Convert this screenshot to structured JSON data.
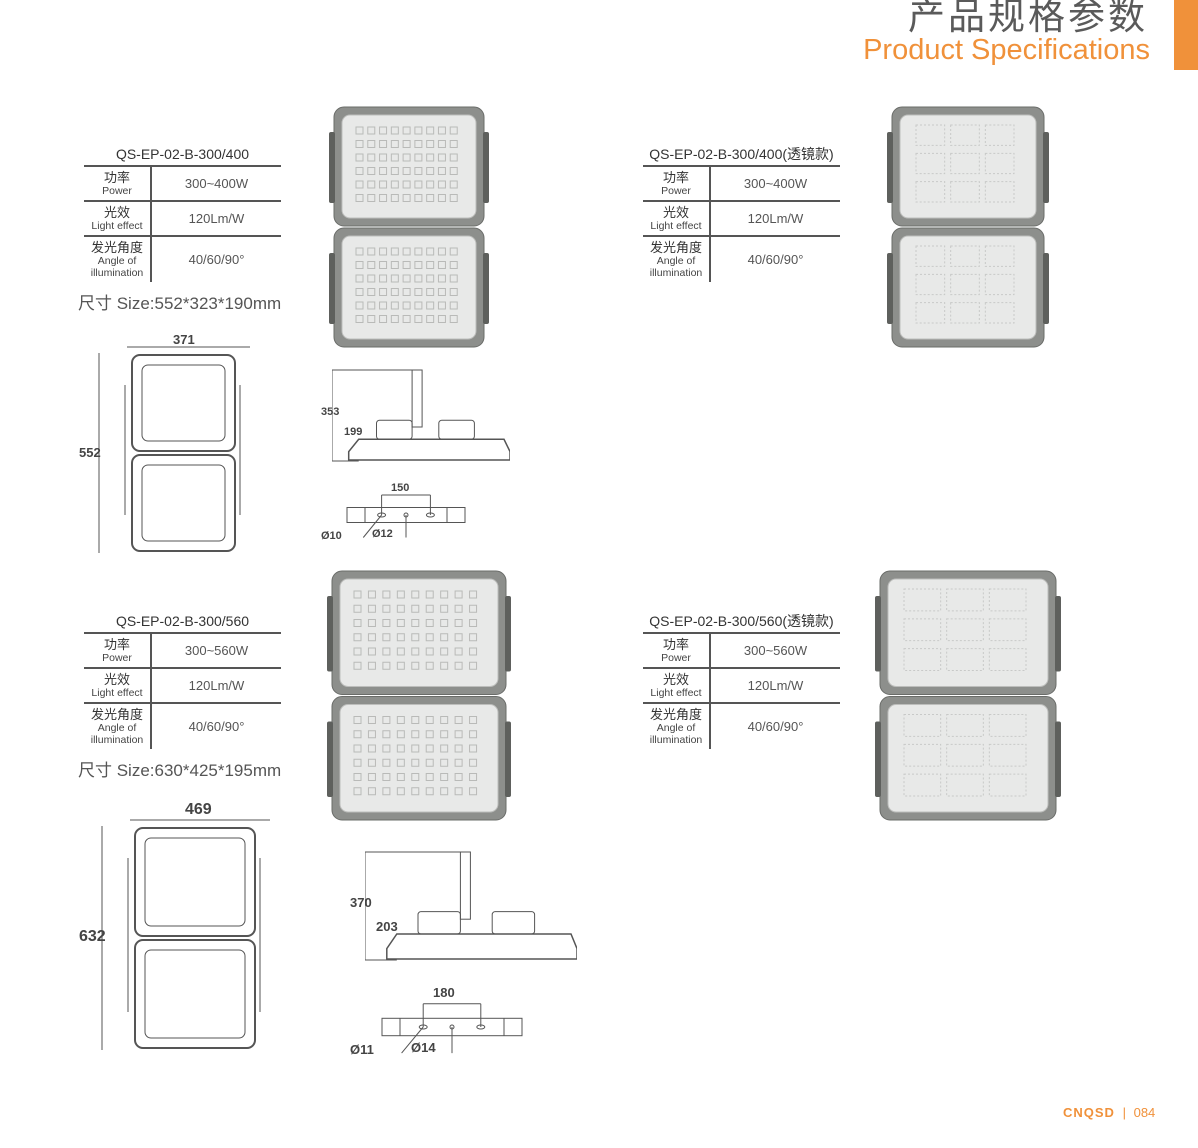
{
  "header": {
    "title_cn": "产品规格参数",
    "title_en": "Product Specifications"
  },
  "labels": {
    "power_cn": "功率",
    "power_en": "Power",
    "effect_cn": "光效",
    "effect_en": "Light effect",
    "angle_cn": "发光角度",
    "angle_en": "Angle of illumination"
  },
  "products": [
    {
      "model": "QS-EP-02-B-300/400",
      "power": "300~400W",
      "effect": "120Lm/W",
      "angle": "40/60/90°",
      "size": "尺寸 Size:552*323*190mm"
    },
    {
      "model": "QS-EP-02-B-300/400(透镜款)",
      "power": "300~400W",
      "effect": "120Lm/W",
      "angle": "40/60/90°"
    },
    {
      "model": "QS-EP-02-B-300/560",
      "power": "300~560W",
      "effect": "120Lm/W",
      "angle": "40/60/90°",
      "size": "尺寸 Size:630*425*195mm"
    },
    {
      "model": "QS-EP-02-B-300/560(透镜款)",
      "power": "300~560W",
      "effect": "120Lm/W",
      "angle": "40/60/90°"
    }
  ],
  "drawings": [
    {
      "width": "371",
      "height": "552",
      "side_h": "353",
      "side_h2": "199",
      "bracket": "150",
      "hole1": "Ø10",
      "hole2": "Ø12"
    },
    {
      "width": "469",
      "height": "632",
      "side_h": "370",
      "side_h2": "203",
      "bracket": "180",
      "hole1": "Ø11",
      "hole2": "Ø14"
    }
  ],
  "footer": {
    "brand": "CNQSD",
    "page": "084"
  },
  "colors": {
    "accent": "#f0913a",
    "text": "#444444"
  }
}
